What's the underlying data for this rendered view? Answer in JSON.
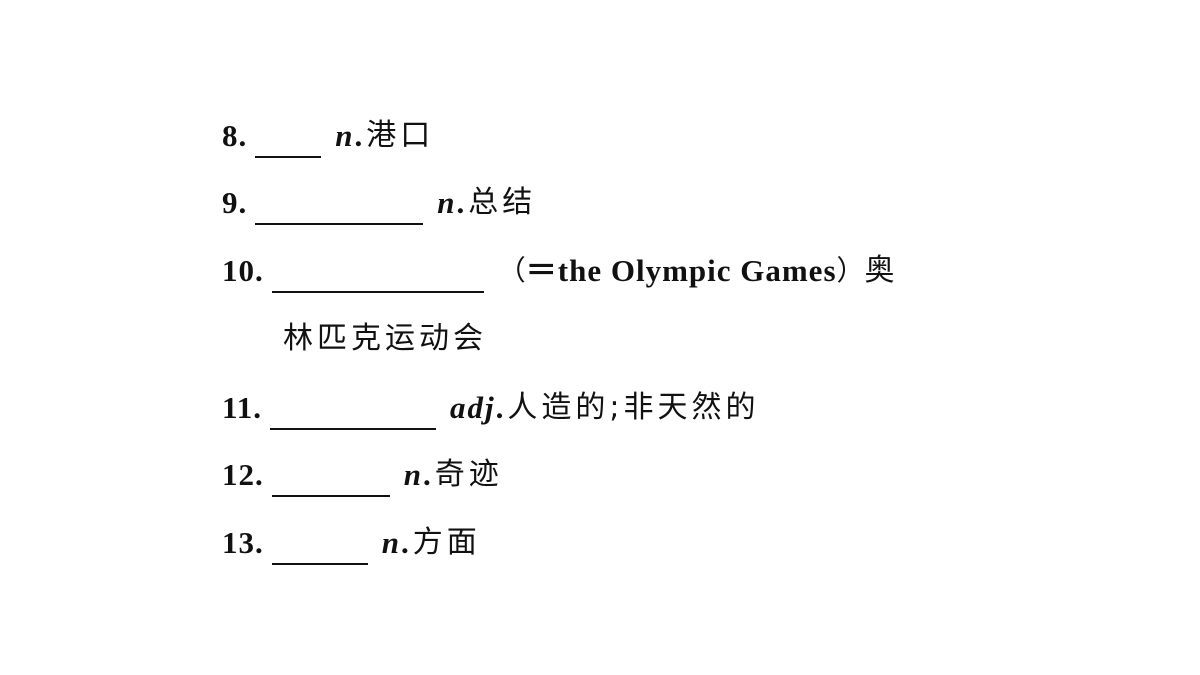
{
  "items": [
    {
      "number": "8.",
      "pos": "n",
      "dot": ".",
      "meaning": "港口"
    },
    {
      "number": "9.",
      "pos": "n",
      "dot": ".",
      "meaning": "总结"
    },
    {
      "number": "10.",
      "open_paren": "（",
      "equals": "＝",
      "phrase": "the Olympic Games",
      "close_paren": "）",
      "meaning_start": "奥",
      "meaning_rest": "林匹克运动会"
    },
    {
      "number": "11.",
      "pos": "adj",
      "dot": ".",
      "meaning": "人造的;非天然的"
    },
    {
      "number": "12.",
      "pos": "n",
      "dot": ".",
      "meaning": "奇迹"
    },
    {
      "number": "13.",
      "pos": "n",
      "dot": ".",
      "meaning": "方面"
    }
  ]
}
